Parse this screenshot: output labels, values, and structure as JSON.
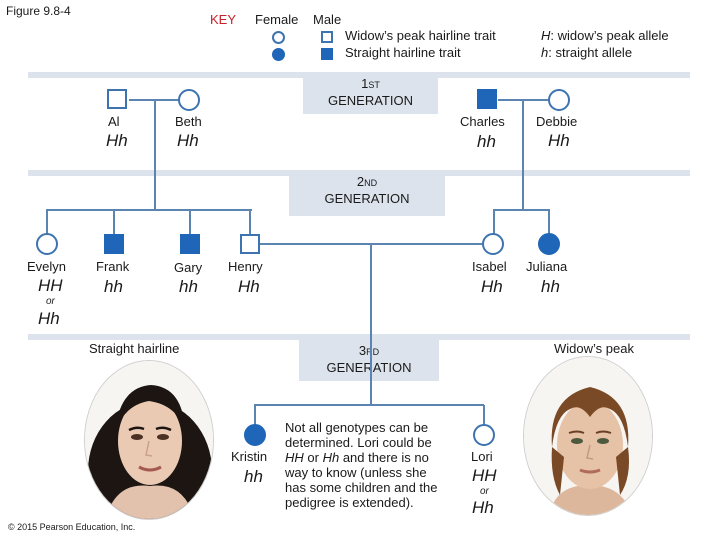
{
  "figure_label": "Figure 9.8-4",
  "key": {
    "title": "KEY",
    "female_header": "Female",
    "male_header": "Male",
    "widow_label": "Widow’s peak hairline trait",
    "straight_label": "Straight hairline trait",
    "allele_H_symbol": "H",
    "allele_H_desc": ":  widow’s peak allele",
    "allele_h_symbol": "h",
    "allele_h_desc": ":  straight allele"
  },
  "generations": {
    "first": {
      "num": "1",
      "suffix": "ST",
      "word": "GENERATION"
    },
    "second": {
      "num": "2",
      "suffix": "ND",
      "word": "GENERATION"
    },
    "third": {
      "num": "3",
      "suffix": "RD",
      "word": "GENERATION"
    }
  },
  "people": {
    "al": {
      "name": "Al",
      "genotype": "Hh"
    },
    "beth": {
      "name": "Beth",
      "genotype": "Hh"
    },
    "charles": {
      "name": "Charles",
      "genotype": "hh"
    },
    "debbie": {
      "name": "Debbie",
      "genotype": "Hh"
    },
    "evelyn": {
      "name": "Evelyn",
      "genotype": "HH",
      "or": "or",
      "genotype_alt": "Hh"
    },
    "frank": {
      "name": "Frank",
      "genotype": "hh"
    },
    "gary": {
      "name": "Gary",
      "genotype": "hh"
    },
    "henry": {
      "name": "Henry",
      "genotype": "Hh"
    },
    "isabel": {
      "name": "Isabel",
      "genotype": "Hh"
    },
    "juliana": {
      "name": "Juliana",
      "genotype": "hh"
    },
    "kristin": {
      "name": "Kristin",
      "genotype": "hh"
    },
    "lori": {
      "name": "Lori",
      "genotype": "HH",
      "or": "or",
      "genotype_alt": "Hh"
    }
  },
  "note": {
    "line1": "Not all genotypes can be",
    "line2": "determined. Lori could be",
    "line3_a": "HH",
    "line3_b": " or ",
    "line3_c": "Hh",
    "line3_d": " and there is no",
    "line4": "way to know (unless she",
    "line5": "has some children and the",
    "line6": "pedigree is extended)."
  },
  "photos": {
    "left_caption": "Straight hairline",
    "right_caption": "Widow’s peak"
  },
  "copyright": "© 2015 Pearson Education, Inc.",
  "colors": {
    "affected": "#1f66b8",
    "outline": "#3d74b0",
    "line": "#5b84b1",
    "band": "#dde3ec",
    "key_title": "#c8202a"
  }
}
